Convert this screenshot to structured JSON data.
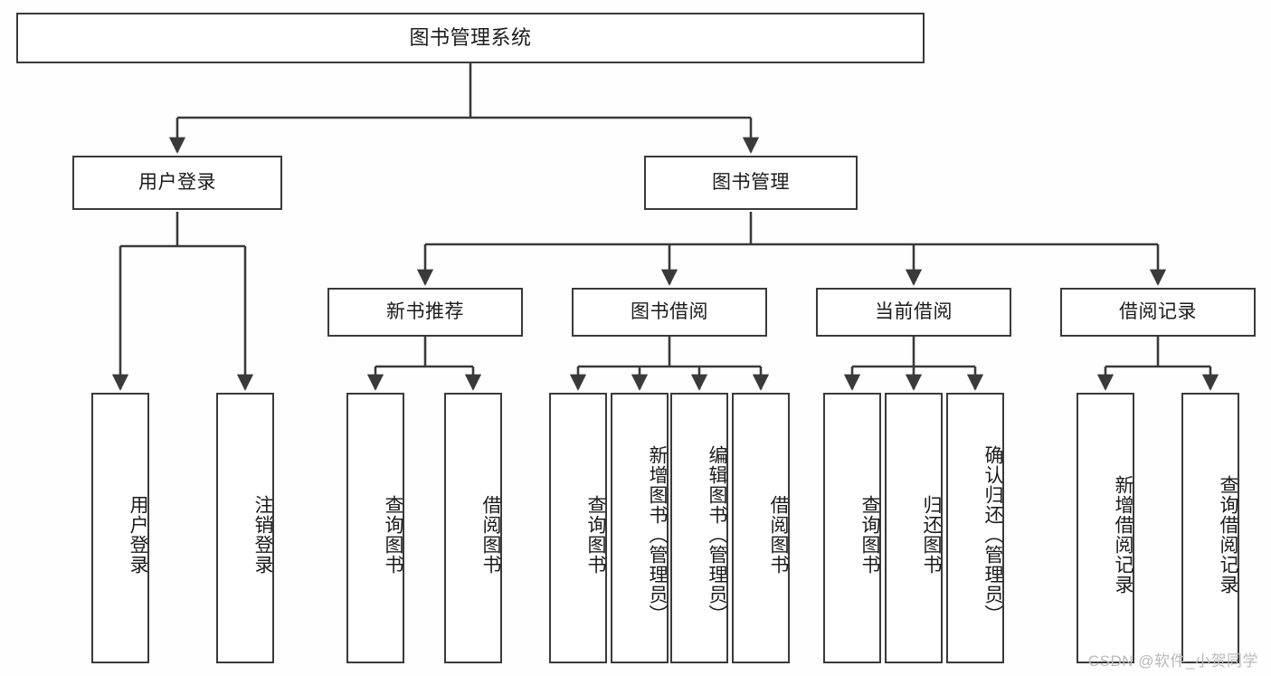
{
  "diagram": {
    "title": "图书管理系统",
    "watermark": "CSDN @软件_小贺同学",
    "colors": {
      "border": "#3a3a3a",
      "background": "#fefefe",
      "node_fill": "#ffffff",
      "text": "#1b1b1b",
      "connector": "#3a3a3a",
      "watermark": "#b9b9b9"
    },
    "nodes": {
      "root": "图书管理系统",
      "level2": {
        "user_login": "用户登录",
        "book_manage": "图书管理"
      },
      "level3": {
        "new_book_recommend": "新书推荐",
        "book_borrow": "图书借阅",
        "current_borrow": "当前借阅",
        "borrow_record": "借阅记录"
      },
      "leaves": {
        "user_login_1": "用户登录",
        "user_login_2": "注销登录",
        "recommend_1": "查询图书",
        "recommend_2": "借阅图书",
        "borrow_1": "查询图书",
        "borrow_2": "新增图书（管理员）",
        "borrow_3": "编辑图书（管理员）",
        "borrow_4": "借阅图书",
        "current_1": "查询图书",
        "current_2": "归还图书",
        "current_3": "确认归还（管理员）",
        "record_1": "新增借阅记录",
        "record_2": "查询借阅记录"
      }
    }
  }
}
